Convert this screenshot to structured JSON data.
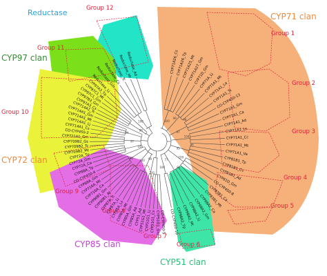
{
  "clans": {
    "reductase": {
      "label": "Reductase",
      "color": "#22e5c8",
      "text_color": "#2aa3d6"
    },
    "cyp71": {
      "label": "CYP71 clan",
      "color": "#f6b17a",
      "text_color": "#f08a3a"
    },
    "cyp97": {
      "label": "CYP97 clan",
      "color": "#7be01a",
      "text_color": "#2f8f2f"
    },
    "cyp72": {
      "label": "CYP72 clan",
      "color": "#eaf23a",
      "text_color": "#f08a3a"
    },
    "cyp85": {
      "label": "CYP85 clan",
      "color": "#e36ee6",
      "text_color": "#c23fd1"
    },
    "cyp51": {
      "label": "CYP51 clan",
      "color": "#3de6a6",
      "text_color": "#22c27a"
    }
  },
  "groups": {
    "g1": "Group 1",
    "g2": "Group 2",
    "g3": "Group 3",
    "g4": "Group 4",
    "g5": "Group 5",
    "g6": "Group 6",
    "g6b": "Group 6",
    "g7": "Group 7",
    "g9": "Group 9",
    "g10": "Group 10",
    "g11": "Group 11",
    "g12": "Group 12"
  },
  "leaves": {
    "cyp71": [
      "CYP71A26_Cs",
      "CYP71A26_Tp",
      "CYP71A25_Mt",
      "CYP71A27_Gm",
      "CYP71D_Gm",
      "CYP71A_Lj",
      "CYP71A1_Mt",
      "CYP71A1_La",
      "CYP71A1_Tc",
      "CO-CYP450-13",
      "CYP71A1_Gm",
      "CYP71A1_Ca",
      "CYP71A1_Ad",
      "CYP71A1_Ls",
      "CYP71A1_Cc",
      "CYP71A1_Mt",
      "CYP71A1_Va",
      "CYP81B1_Tp",
      "CYP81B1_Cc",
      "CYP81B1_Ad",
      "CYP81D_Gm",
      "CO-CYP450-8",
      "CYP83B1_Ca",
      "CYP83B1_Mt",
      "CYP98A2_Ca",
      "CYP98A2_Gm",
      "CYP98A2_Lj",
      "CYP98A2_Mt",
      "CYP98A2_Tp",
      "CO-CYP450-10"
    ],
    "cyp51": [
      "CO-CYP450-5",
      "CYP51G1_Gm",
      "CYP51G1_Cs",
      "CYP51G1_Lj",
      "CYP51G1_Mt",
      "CYP51_Ad"
    ],
    "cyp85": [
      "CYP85A_Ad",
      "CYP85A_Gm",
      "CYP85A_Mt",
      "CYP85A_Ls",
      "CYP87A_Lj",
      "CYP87A_Tc",
      "CYP90B1_At",
      "CYP90B1_Gm",
      "CYP716A_Ca",
      "CYP716A_Mt",
      "CYP88A_Gm",
      "CO-CYP450-4",
      "CYP88A_Tp"
    ],
    "cyp72": [
      "CYP72A_Ca",
      "CYP72A_Gm",
      "CYP72A_Tp",
      "CYP709B2_Mt",
      "CYP709B2_Tc",
      "CYP709B2_Gs",
      "CYP721A1_Gm",
      "CO-CYP450-2",
      "CYP714A1_Cs",
      "CYP714A1_Lj",
      "CYP714A1_Mt",
      "CYP714A1_Gm",
      "CYP714A1_Tc"
    ],
    "cyp97": [
      "CYP97A3_Cs",
      "CYP97B3_Gm",
      "CYP97C1_Gm",
      "CYP97C1_Mt",
      "CYP97A3_Tp"
    ],
    "reductase": [
      "Reductase_Lj",
      "Reductase_Gm",
      "Reductase_Cs",
      "Reductase_Tc",
      "Reductase_Mt",
      "Reductase_Ad"
    ]
  },
  "bootstrap": [
    "100",
    "99",
    "98",
    "97",
    "100",
    "86",
    "95",
    "100",
    "99",
    "77",
    "100",
    "91",
    "99",
    "100",
    "96",
    "100",
    "97",
    "99",
    "98",
    "100"
  ]
}
